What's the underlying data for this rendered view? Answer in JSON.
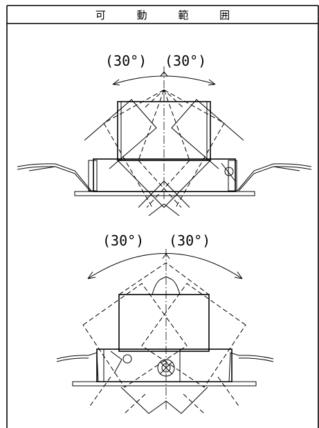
{
  "drawing": {
    "title": "可 動 範 囲",
    "top_view": {
      "left_angle": "(30°)",
      "right_angle": "(30°)"
    },
    "bottom_view": {
      "left_angle": "(30°)",
      "right_angle": "(30°)"
    }
  }
}
